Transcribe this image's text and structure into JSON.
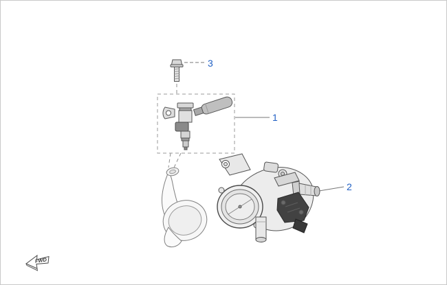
{
  "diagram": {
    "type": "exploded-parts-diagram",
    "callouts": [
      {
        "ref": "1",
        "label": "1",
        "part": "fuel-injector-assembly"
      },
      {
        "ref": "2",
        "label": "2",
        "part": "throttle-body"
      },
      {
        "ref": "3",
        "label": "3",
        "part": "mounting-bolt"
      }
    ],
    "direction_indicator": {
      "label": "FWD"
    },
    "colors": {
      "callout_blue": "#2160c4",
      "line_art_gray": "#555555",
      "background": "#ffffff",
      "frame_border": "#c9c9c9"
    }
  }
}
